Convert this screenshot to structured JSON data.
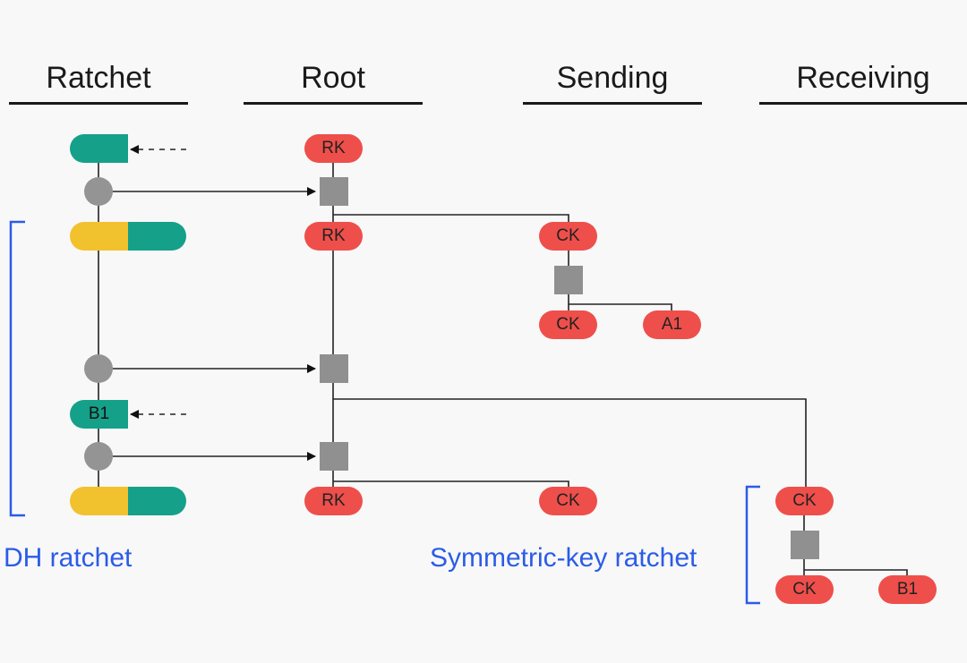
{
  "columns": {
    "ratchet": "Ratchet",
    "root": "Root",
    "sending": "Sending",
    "receiving": "Receiving"
  },
  "labels": {
    "rk": "RK",
    "ck": "CK",
    "a1": "A1",
    "b1": "B1",
    "b1_pub": "B1"
  },
  "captions": {
    "dh": "DH ratchet",
    "symmetric": "Symmetric-key ratchet"
  },
  "colors": {
    "key_red": "#ee4f4b",
    "public_teal": "#15a089",
    "private_yellow": "#f2c12e",
    "kdf_gray": "#909090",
    "bracket_blue": "#2b5ce6"
  }
}
